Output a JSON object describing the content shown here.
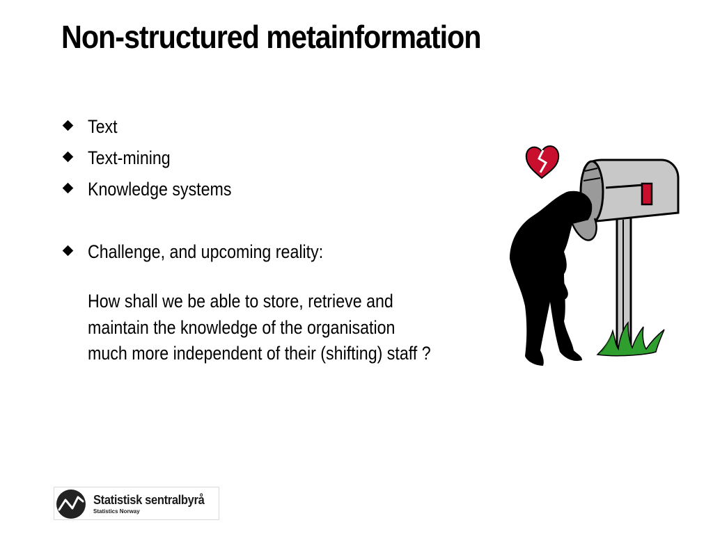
{
  "slide": {
    "title": "Non-structured metainformation",
    "bullets": [
      {
        "text": "Text"
      },
      {
        "text": "Text-mining"
      },
      {
        "text": "Knowledge systems"
      },
      {
        "text": "Challenge, and upcoming reality:"
      }
    ],
    "sub_lines": [
      "How shall we be able to store, retrieve and",
      "maintain the knowledge of the organisation",
      "much more independent of their (shifting) staff ?"
    ]
  },
  "icons": {
    "bullet": "diamond-bullet-icon",
    "illustration": [
      "broken-heart-icon",
      "mailbox-icon",
      "sad-person-icon",
      "grass-icon"
    ]
  },
  "colors": {
    "heart": "#c8102e",
    "mailbox": "#c8c8c8",
    "flag": "#c8102e",
    "grass": "#2e9e2e",
    "logo_mark": "#222222"
  },
  "logo": {
    "name": "Statistisk sentralbyrå",
    "subtitle": "Statistics Norway"
  }
}
